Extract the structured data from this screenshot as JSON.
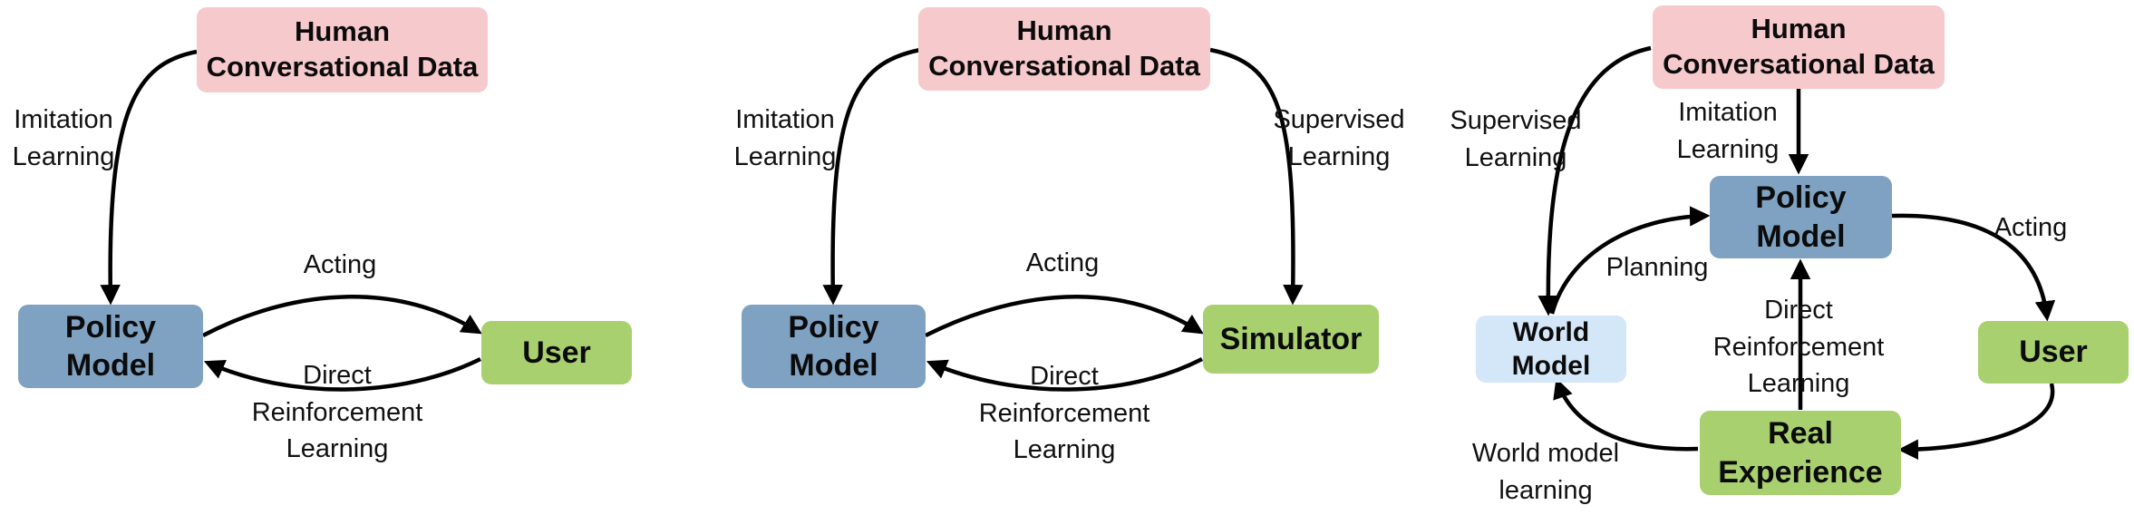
{
  "panel_left": {
    "data_box": "Human\nConversational Data",
    "policy_box": "Policy\nModel",
    "user_box": "User",
    "imitation_label": "Imitation\nLearning",
    "acting_label": "Acting",
    "direct_rl_label": "Direct\nReinforcement\nLearning"
  },
  "panel_middle": {
    "data_box": "Human\nConversational Data",
    "policy_box": "Policy\nModel",
    "simulator_box": "Simulator",
    "imitation_label": "Imitation\nLearning",
    "supervised_label": "Supervised\nLearning",
    "acting_label": "Acting",
    "direct_rl_label": "Direct\nReinforcement\nLearning"
  },
  "panel_right": {
    "data_box": "Human\nConversational Data",
    "policy_box": "Policy\nModel",
    "world_model_box": "World\nModel",
    "user_box": "User",
    "real_experience_box": "Real\nExperience",
    "supervised_label": "Supervised\nLearning",
    "imitation_label": "Imitation\nLearning",
    "planning_label": "Planning",
    "acting_label": "Acting",
    "direct_rl_label": "Direct\nReinforcement\nLearning",
    "world_model_learning_label": "World model\nlearning"
  },
  "colors": {
    "data_box": "#f6c9cc",
    "policy_box": "#7fa2c2",
    "user_box": "#a9d06f",
    "world_model_box": "#d3e7f8",
    "arrow": "#000000"
  }
}
